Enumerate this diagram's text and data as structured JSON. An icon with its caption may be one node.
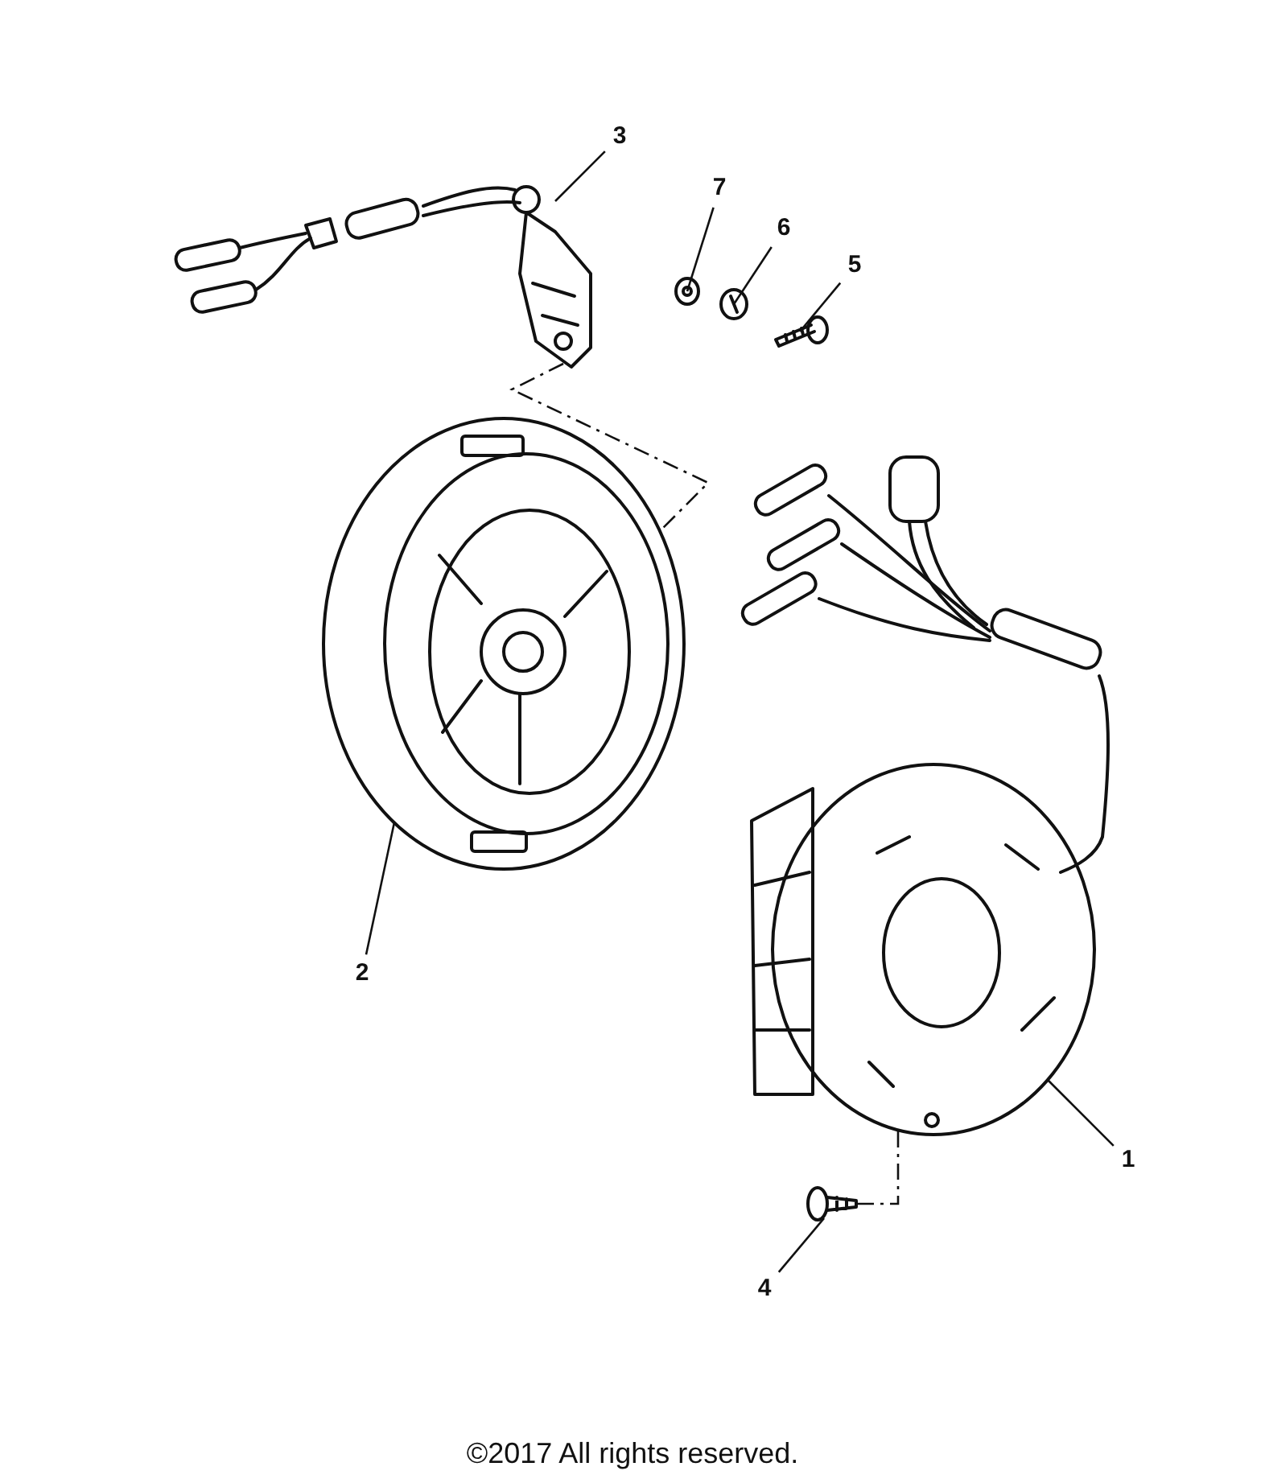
{
  "diagram": {
    "nodes": [
      {
        "text": [
          "3"
        ]
      },
      {
        "text": [
          "7"
        ]
      },
      {
        "text": [
          "6"
        ]
      },
      {
        "text": [
          "5"
        ]
      },
      {
        "text": [
          "2"
        ]
      },
      {
        "text": [
          "1"
        ]
      },
      {
        "text": [
          "4"
        ]
      },
      {
        "text": [],
        "shape": "picture"
      },
      {
        "text": [],
        "shape": "picture"
      },
      {
        "text": [],
        "shape": "picture"
      },
      {
        "text": [],
        "shape": "picture"
      },
      {
        "text": [],
        "shape": "picture"
      },
      {
        "text": [],
        "shape": "picture"
      },
      {
        "text": [],
        "shape": "picture"
      }
    ],
    "edges": [
      {
        "from": 0,
        "to": 7,
        "arrow": "none"
      },
      {
        "from": 1,
        "to": 8,
        "arrow": "none"
      },
      {
        "from": 2,
        "to": 9,
        "arrow": "none"
      },
      {
        "from": 3,
        "to": 10,
        "arrow": "none"
      },
      {
        "from": 4,
        "to": 11,
        "arrow": "none"
      },
      {
        "from": 5,
        "to": 12,
        "arrow": "none"
      },
      {
        "from": 6,
        "to": 13,
        "arrow": "none"
      },
      {
        "from": 7,
        "to": 11,
        "arrow": "none",
        "style": "dashed"
      },
      {
        "from": 13,
        "to": 12,
        "arrow": "none",
        "style": "dashed"
      }
    ],
    "labels": [
      "©2017 All rights reserved."
    ]
  }
}
